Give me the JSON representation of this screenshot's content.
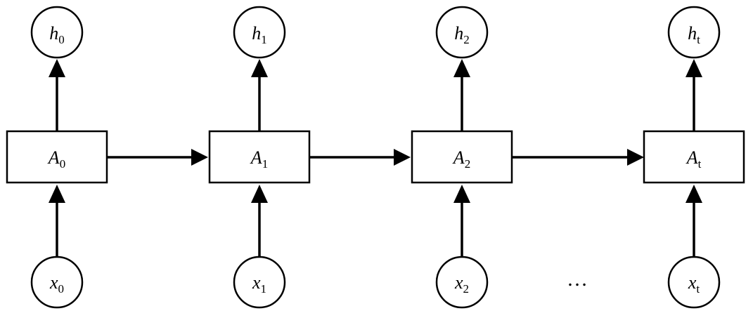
{
  "diagram": {
    "cells": [
      {
        "cell": {
          "base": "A",
          "sub": "0"
        },
        "output": {
          "base": "h",
          "sub": "0"
        },
        "input": {
          "base": "x",
          "sub": "0"
        }
      },
      {
        "cell": {
          "base": "A",
          "sub": "1"
        },
        "output": {
          "base": "h",
          "sub": "1"
        },
        "input": {
          "base": "x",
          "sub": "1"
        }
      },
      {
        "cell": {
          "base": "A",
          "sub": "2"
        },
        "output": {
          "base": "h",
          "sub": "2"
        },
        "input": {
          "base": "x",
          "sub": "2"
        }
      },
      {
        "cell": {
          "base": "A",
          "sub": "t"
        },
        "output": {
          "base": "h",
          "sub": "t"
        },
        "input": {
          "base": "x",
          "sub": "t"
        }
      }
    ],
    "ellipsis": "…",
    "edges": {
      "input_to_cell": true,
      "cell_to_output": true,
      "cell_to_next_cell": true
    },
    "colors": {
      "stroke": "#000000",
      "fill": "#ffffff"
    }
  }
}
